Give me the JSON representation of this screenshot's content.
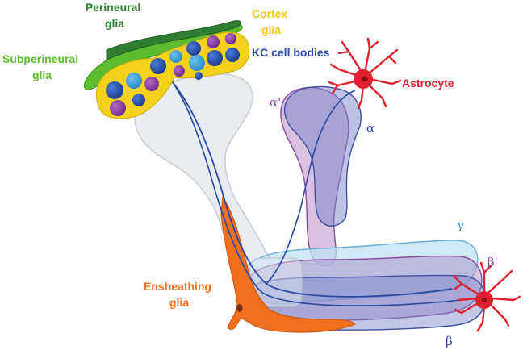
{
  "labels": {
    "perineural": [
      "Perineural",
      "glia"
    ],
    "cortex": [
      "Cortex",
      "glia"
    ],
    "subperineural": [
      "Subperineural",
      "glia"
    ],
    "kc_cell_bodies": "KC cell bodies",
    "astrocyte": "Astrocyte",
    "ensheathing": [
      "Ensheathing",
      "glia"
    ],
    "alpha_prime": "α'",
    "alpha": "α",
    "gamma": "γ",
    "beta_prime": "β'",
    "beta": "β"
  },
  "colors": {
    "perineural": "#2e7d32",
    "subperineural": "#5dbb2e",
    "cortex": "#f2d21b",
    "kc": "#2a4aa0",
    "astrocyte": "#e0202e",
    "ensheathing": "#f07020",
    "lobe_purple": "#8a4aa0",
    "lobe_gamma": "#6aaed8"
  }
}
